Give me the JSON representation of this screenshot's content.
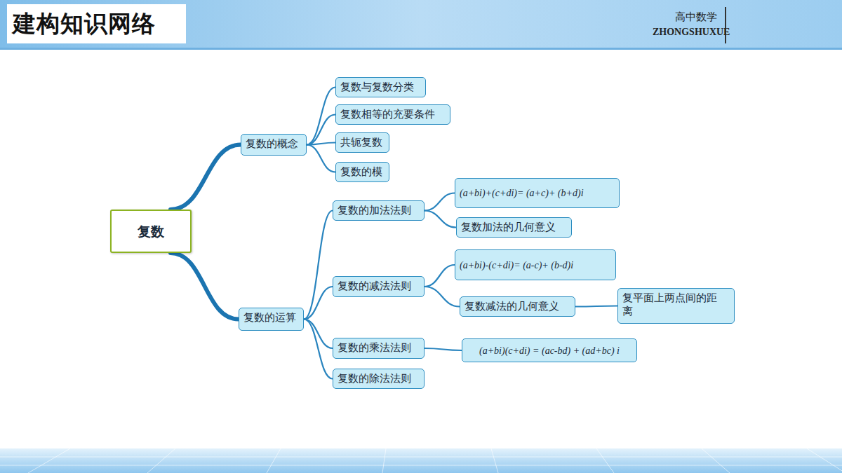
{
  "diagram": {
    "title": "建构知识网络",
    "nodes": [
      {
        "text": [
          "复数"
        ]
      },
      {
        "text": [
          "复数的概念"
        ]
      },
      {
        "text": [
          "复数与复数分类"
        ]
      },
      {
        "text": [
          "复数相等的充要条件"
        ]
      },
      {
        "text": [
          "共轭复数"
        ]
      },
      {
        "text": [
          "复数的模"
        ]
      },
      {
        "text": [
          "复数的运算"
        ]
      },
      {
        "text": [
          "复数的加法法则"
        ]
      },
      {
        "text": [
          "(a+bi)+(c+di)= (a+c)+ (b+d)i"
        ]
      },
      {
        "text": [
          "复数加法的几何意义"
        ]
      },
      {
        "text": [
          "复数的减法法则"
        ]
      },
      {
        "text": [
          "(a+bi)-(c+di)= (a-c)+ (b-d)i"
        ]
      },
      {
        "text": [
          "复数减法的几何意义"
        ]
      },
      {
        "text": [
          "复平面上两点间的距离"
        ]
      },
      {
        "text": [
          "复数的乘法法则"
        ]
      },
      {
        "text": [
          "(a+bi)(c+di) = (ac-bd) + (ad+bc) i"
        ]
      },
      {
        "text": [
          "复数的除法法则"
        ]
      }
    ],
    "edges": [
      {
        "from": 0,
        "to": 1,
        "arrow": "none"
      },
      {
        "from": 0,
        "to": 6,
        "arrow": "none"
      },
      {
        "from": 1,
        "to": 2,
        "arrow": "none"
      },
      {
        "from": 1,
        "to": 3,
        "arrow": "none"
      },
      {
        "from": 1,
        "to": 4,
        "arrow": "none"
      },
      {
        "from": 1,
        "to": 5,
        "arrow": "none"
      },
      {
        "from": 6,
        "to": 7,
        "arrow": "none"
      },
      {
        "from": 6,
        "to": 10,
        "arrow": "none"
      },
      {
        "from": 6,
        "to": 14,
        "arrow": "none"
      },
      {
        "from": 6,
        "to": 16,
        "arrow": "none"
      },
      {
        "from": 7,
        "to": 8,
        "arrow": "none"
      },
      {
        "from": 7,
        "to": 9,
        "arrow": "none"
      },
      {
        "from": 10,
        "to": 11,
        "arrow": "none"
      },
      {
        "from": 10,
        "to": 12,
        "arrow": "none"
      },
      {
        "from": 12,
        "to": 13,
        "arrow": "none"
      },
      {
        "from": 14,
        "to": 15,
        "arrow": "none"
      }
    ],
    "labels": [
      "高中数学",
      "ZHONGSHUXUE"
    ]
  }
}
